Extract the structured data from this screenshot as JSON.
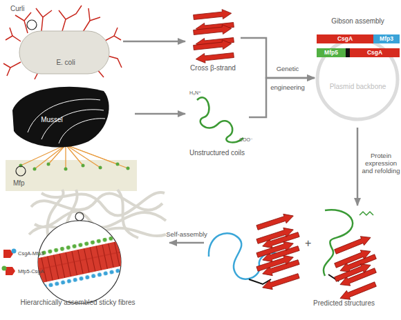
{
  "diagram": {
    "nodes": [
      {
        "text": [
          "Curli",
          "E. coli"
        ]
      },
      {
        "text": [
          "Mussel",
          "Mfp"
        ]
      },
      {
        "text": [
          "Cross β-strand"
        ]
      },
      {
        "text": [
          "Unstructured coils"
        ]
      },
      {
        "text": [
          "Gibson assembly",
          "Plasmid backbone"
        ]
      },
      {
        "text": [
          "CsgA"
        ],
        "in": 4
      },
      {
        "text": [
          "Mfp3"
        ],
        "in": 4
      },
      {
        "text": [
          "Mfp5"
        ],
        "in": 4
      },
      {
        "text": [
          "CsgA"
        ],
        "in": 4
      },
      {
        "text": [
          "Predicted structures"
        ]
      },
      {
        "text": [
          "Hierarchically assembled sticky fibres"
        ]
      }
    ],
    "edges": [
      {
        "from": 0,
        "to": 2,
        "arrow": "to"
      },
      {
        "from": 1,
        "to": 3,
        "arrow": "to"
      },
      {
        "from": 2,
        "to": 4,
        "arrow": "to",
        "label": "Genetic engineering"
      },
      {
        "from": 3,
        "to": 4,
        "arrow": "to"
      },
      {
        "from": 4,
        "to": 9,
        "arrow": "to",
        "label": "Protein expression and refolding"
      },
      {
        "from": 9,
        "to": 10,
        "arrow": "to",
        "label": "Self-assembly"
      }
    ],
    "labels": [
      "H₃N⁺",
      "COO⁻",
      "+"
    ],
    "legend": [
      {
        "text": "CsgA-Mfp3"
      },
      {
        "text": "Mfp5-CsgA"
      }
    ]
  }
}
